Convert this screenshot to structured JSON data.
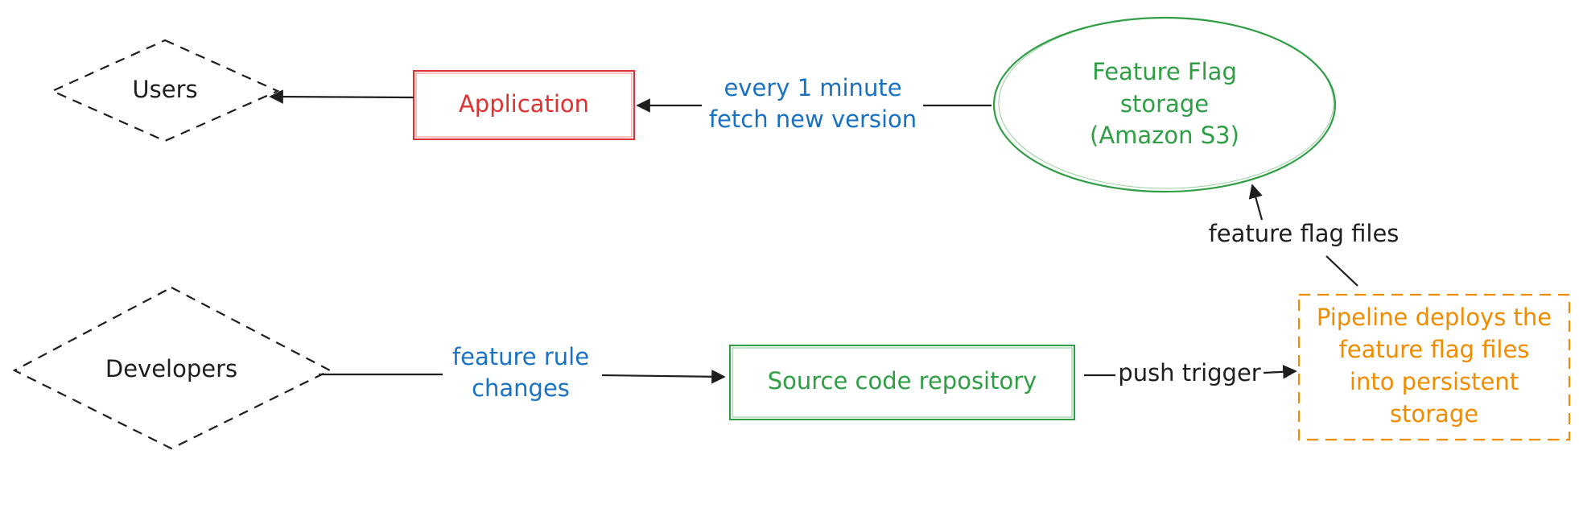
{
  "nodes": {
    "users": "Users",
    "application": "Application",
    "storage": [
      "Feature Flag",
      "storage",
      "(Amazon S3)"
    ],
    "developers": "Developers",
    "repository": "Source code repository",
    "pipeline": [
      "Pipeline deploys the",
      "feature flag files",
      "into persistent",
      "storage"
    ]
  },
  "edges": {
    "fetch": [
      "every 1 minute",
      "fetch new version"
    ],
    "rule_changes": [
      "feature rule",
      "changes"
    ],
    "push_trigger": "push trigger",
    "flag_files": "feature flag files"
  },
  "colors": {
    "ink": "#1e1e1e",
    "application": "#e03131",
    "storage": "#2f9e44",
    "repository": "#2f9e44",
    "pipeline": "#f08c00",
    "edge_label_blue": "#1971c2"
  }
}
